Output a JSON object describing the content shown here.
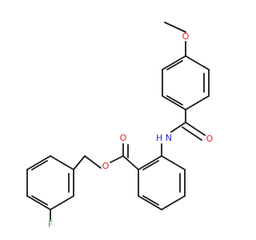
{
  "molecule": {
    "atom_labels": {
      "methoxy_o": "O",
      "methyl": "",
      "amide_o": "O",
      "amide_n": "H N",
      "ester_carbonyl_o": "O",
      "ester_o": "O",
      "fluorine": "F"
    },
    "colors": {
      "bond": "#1a1a1a",
      "oxygen": "#e8231f",
      "nitrogen": "#2b2bd6",
      "fluorine": "#54a84b"
    }
  }
}
